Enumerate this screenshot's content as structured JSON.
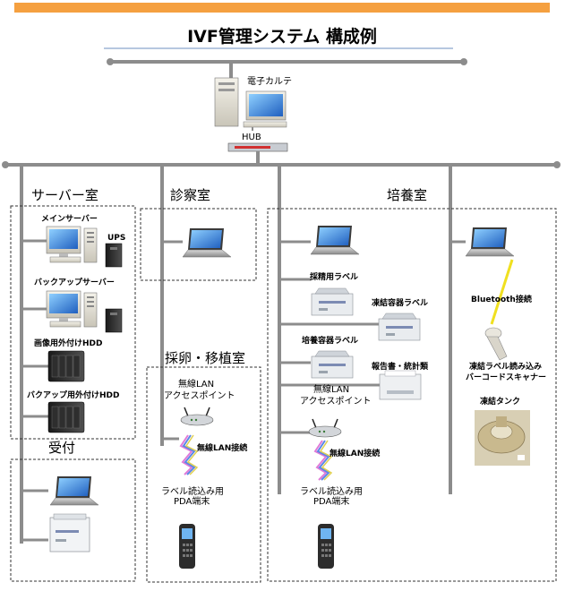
{
  "title": "IVF管理システム  構成例",
  "ehr": "電子カルテ",
  "hub": "HUB",
  "rooms": {
    "server": "サーバー室",
    "exam": "診察室",
    "culture": "培養室",
    "egg": "採卵・移植室",
    "reception": "受付"
  },
  "labels": {
    "main_server": "メインサーバー",
    "ups": "UPS",
    "backup_server": "バックアップサーバー",
    "image_hdd": "画像用外付けHDD",
    "backup_hdd": "バクアップ用外付けHDD",
    "label_collect": "採精用ラベル",
    "label_freeze": "凍結容器ラベル",
    "label_culture": "培養容器ラベル",
    "report_stats": "報告書・統計類",
    "bluetooth": "Bluetooth接続",
    "scanner_line1": "凍結ラベル読み込み",
    "scanner_line2": "バーコードスキャナー",
    "freeze_tank": "凍結タンク",
    "wlan_line1": "無線LAN",
    "wlan_line2": "アクセスポイント",
    "wlan_conn": "無線LAN接続",
    "pda_line1": "ラベル読込み用",
    "pda_line2": "PDA端末"
  },
  "colors": {
    "accent_bar": "#f5a040",
    "network_line": "#8c8c8c",
    "title_underline": "#6c8fc0"
  }
}
